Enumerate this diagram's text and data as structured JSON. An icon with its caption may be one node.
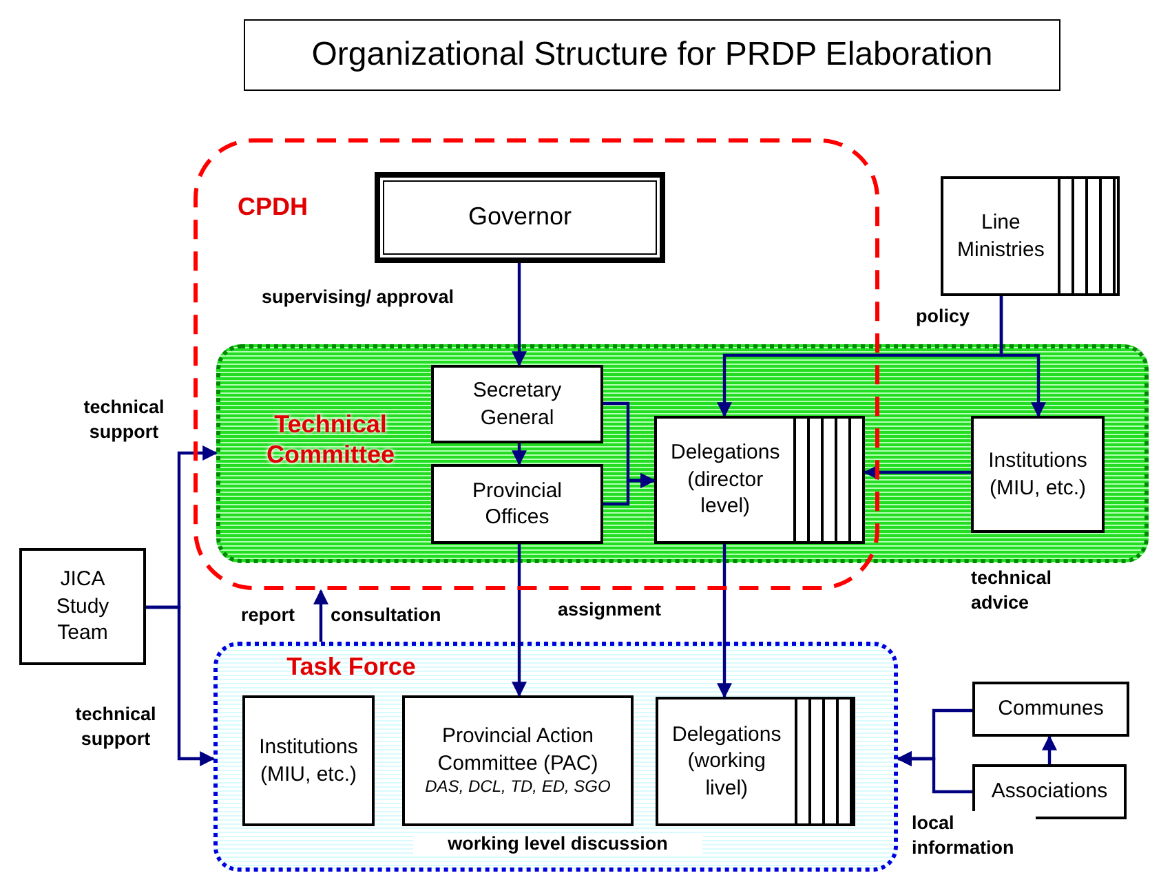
{
  "diagram": {
    "title": "Organizational Structure for PRDP Elaboration",
    "nodes": [
      {
        "text": [
          "CPDH"
        ]
      },
      {
        "text": [
          "Governor"
        ],
        "in": 0
      },
      {
        "text": [
          "Technical Committee"
        ]
      },
      {
        "text": [
          "Secretary General"
        ]
      },
      {
        "text": [
          "Provincial Offices"
        ]
      },
      {
        "text": [
          "Delegations (director level)"
        ]
      },
      {
        "text": [
          "Institutions (MIU, etc.)"
        ],
        "in": 2
      },
      {
        "text": [
          "Line Ministries"
        ]
      },
      {
        "text": [
          "JICA Study Team"
        ]
      },
      {
        "text": [
          "Task Force",
          "working level discussion"
        ]
      },
      {
        "text": [
          "Institutions (MIU, etc.)"
        ],
        "in": 9
      },
      {
        "text": [
          "Provincial Action Committee (PAC)",
          "DAS, DCL, TD, ED, SGO"
        ],
        "in": 9
      },
      {
        "text": [
          "Delegations (working livel)"
        ],
        "in": 9
      },
      {
        "text": [
          "Communes"
        ]
      },
      {
        "text": [
          "Associations"
        ]
      }
    ],
    "edges": [
      {
        "from": 1,
        "to": 3,
        "arrow": "to",
        "label": "supervising/ approval"
      },
      {
        "from": 3,
        "to": 4,
        "arrow": "to"
      },
      {
        "from": 3,
        "to": 5,
        "arrow": "to"
      },
      {
        "from": 4,
        "to": 5,
        "arrow": "to"
      },
      {
        "from": 7,
        "to": 5,
        "arrow": "to",
        "label": "policy"
      },
      {
        "from": 7,
        "to": 6,
        "arrow": "to"
      },
      {
        "from": 6,
        "to": 5,
        "arrow": "to"
      },
      {
        "from": 8,
        "to": 2,
        "arrow": "to",
        "label": "technical support"
      },
      {
        "from": 8,
        "to": 9,
        "arrow": "to",
        "label": "technical support"
      },
      {
        "from": 9,
        "to": 0,
        "arrow": "to"
      },
      {
        "from": 4,
        "to": 11,
        "arrow": "to"
      },
      {
        "from": 5,
        "to": 12,
        "arrow": "to"
      },
      {
        "from": 13,
        "to": 9,
        "arrow": "to"
      },
      {
        "from": 14,
        "to": 9,
        "arrow": "to"
      },
      {
        "from": 14,
        "to": 13,
        "arrow": "to"
      }
    ],
    "labels": [
      "technical advice",
      "report",
      "consultation",
      "assignment",
      "local information"
    ]
  }
}
